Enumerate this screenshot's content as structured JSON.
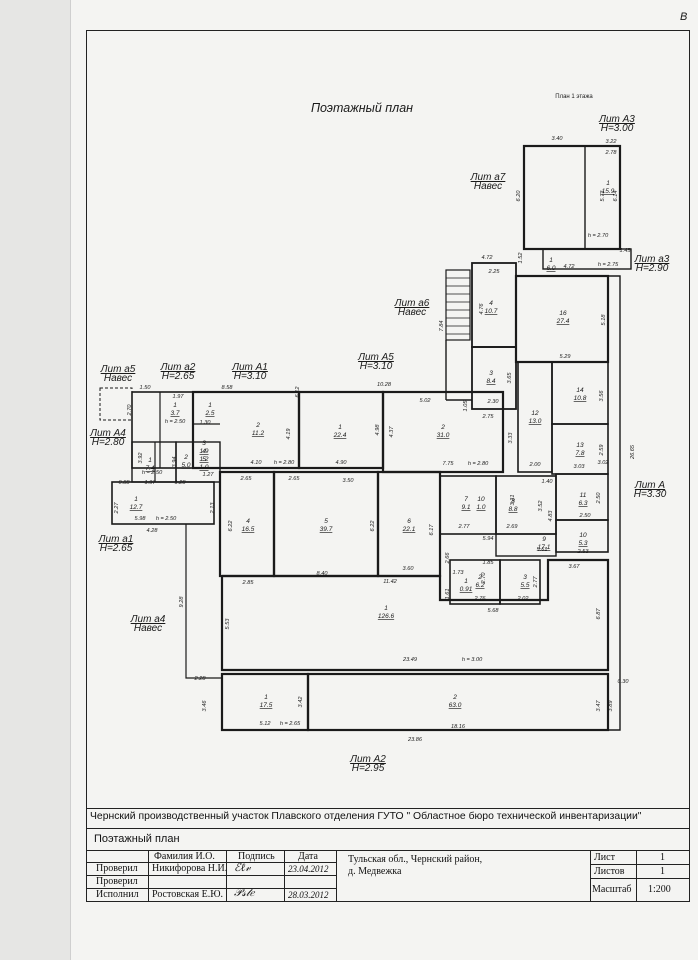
{
  "corner_mark": "B",
  "page_title": "Поэтажный план",
  "sheet_note": "План 1 этажа",
  "liters": [
    {
      "name": "Лит А3",
      "sub": "H=3.00"
    },
    {
      "name": "Лит а7",
      "sub": "Навес"
    },
    {
      "name": "Лит а3",
      "sub": "H=2.90"
    },
    {
      "name": "Лит а6",
      "sub": "Навес"
    },
    {
      "name": "Лит а5",
      "sub": "Навес"
    },
    {
      "name": "Лит а2",
      "sub": "H=2.65"
    },
    {
      "name": "Лит А1",
      "sub": "H=3.10"
    },
    {
      "name": "Лит А5",
      "sub": "H=3.10"
    },
    {
      "name": "Лит А4",
      "sub": "H=2.80"
    },
    {
      "name": "Лит А",
      "sub": "H=3.30"
    },
    {
      "name": "Лит а1",
      "sub": "H=2.65"
    },
    {
      "name": "Лит а4",
      "sub": "Навес"
    },
    {
      "name": "Лит А2",
      "sub": "H=2.95"
    }
  ],
  "rooms": [
    {
      "no": "1",
      "area": "15.9"
    },
    {
      "no": "1",
      "area": "6.0"
    },
    {
      "no": "4",
      "area": "10.7"
    },
    {
      "no": "16",
      "area": "27.4"
    },
    {
      "no": "3",
      "area": "8.4"
    },
    {
      "no": "14",
      "area": "10.8"
    },
    {
      "no": "12",
      "area": "13.0"
    },
    {
      "no": "13",
      "area": "7.8"
    },
    {
      "no": "1",
      "area": "3.7"
    },
    {
      "no": "1",
      "area": "2.5"
    },
    {
      "no": "2",
      "area": "11.2"
    },
    {
      "no": "1",
      "area": "22.4"
    },
    {
      "no": "2",
      "area": "31.0"
    },
    {
      "no": "1",
      "area": "7.4"
    },
    {
      "no": "2",
      "area": "5.0"
    },
    {
      "no": "3",
      "area": "1.9"
    },
    {
      "no": "4",
      "area": "1.2"
    },
    {
      "no": "5",
      "area": "1.0"
    },
    {
      "no": "1",
      "area": "12.7"
    },
    {
      "no": "4",
      "area": "16.5"
    },
    {
      "no": "5",
      "area": "39.7"
    },
    {
      "no": "6",
      "area": "22.1"
    },
    {
      "no": "7",
      "area": "9.1"
    },
    {
      "no": "10",
      "area": "1.0"
    },
    {
      "no": "8",
      "area": "8.8"
    },
    {
      "no": "11",
      "area": "6.3"
    },
    {
      "no": "10",
      "area": "5.3"
    },
    {
      "no": "9",
      "area": "17.1"
    },
    {
      "no": "1",
      "area": "0.91"
    },
    {
      "no": "2",
      "area": "6.2"
    },
    {
      "no": "3",
      "area": "5.5"
    },
    {
      "no": "1",
      "area": "126.6"
    },
    {
      "no": "1",
      "area": "17.5"
    },
    {
      "no": "2",
      "area": "63.0"
    }
  ],
  "dimensions": [
    "3.40",
    "3.22",
    "2.78",
    "6.20",
    "5.73",
    "6.14",
    "h = 2.70",
    "1.45",
    "4.72",
    "1.52",
    "4.72",
    "h = 2.75",
    "2.25",
    "4.76",
    "7.84",
    "5.18",
    "5.29",
    "3.65",
    "2.30",
    "3.56",
    "2.75",
    "1.05",
    "5.02",
    "10.28",
    "6.12",
    "8.58",
    "1.50",
    "1.97",
    "2.70",
    "h = 2.50",
    "1.30",
    "4.19",
    "4.37",
    "4.98",
    "3.33",
    "2.59",
    "2.00",
    "3.03",
    "3.02",
    "7.75",
    "h = 2.80",
    "4.10",
    "h = 2.80",
    "4.90",
    "3.94",
    "3.92",
    "h = 2.50",
    "1.97",
    "1.28",
    "1.27",
    "0.88",
    "2.27",
    "5.98",
    "h = 2.50",
    "4.28",
    "2.13",
    "2.65",
    "2.65",
    "3.50",
    "6.22",
    "6.22",
    "6.17",
    "2.77",
    "3.31",
    "3.52",
    "1.40",
    "4.83",
    "2.50",
    "2.50",
    "2.53",
    "26.65",
    "2.69",
    "5.94",
    "5.61",
    "1.85",
    "1.73",
    "2.66",
    "2.85",
    "8.40",
    "11.42",
    "3.60",
    "1.61",
    "2.70",
    "2.77",
    "2.76",
    "2.02",
    "5.68",
    "3.67",
    "6.87",
    "9.28",
    "5.53",
    "2.28",
    "23.49",
    "h = 3.00",
    "3.46",
    "3.42",
    "5.12",
    "h = 2.65",
    "18.16",
    "23.86",
    "3.47",
    "3.89",
    "0.30"
  ],
  "title_block": {
    "org": "Чернский производственный участок Плавского отделения ГУТО \" Областное бюро технической инвентаризации\"",
    "doc_name": "Поэтажный план",
    "headers": {
      "name": "Фамилия И.О.",
      "sign": "Подпись",
      "date": "Дата"
    },
    "rows": [
      {
        "role": "Проверил",
        "name": "Никифорова Н.И.",
        "date": "23.04.2012"
      },
      {
        "role": "Проверил",
        "name": "",
        "date": ""
      },
      {
        "role": "Исполнил",
        "name": "Ростовская Е.Ю.",
        "date": "28.03.2012"
      }
    ],
    "address_line1": "Тульская обл., Чернский район,",
    "address_line2": "д. Медвежка",
    "sheet_label": "Лист",
    "sheet_value": "1",
    "sheets_label": "Листов",
    "sheets_value": "1",
    "scale_label": "Масштаб",
    "scale_value": "1:200"
  }
}
